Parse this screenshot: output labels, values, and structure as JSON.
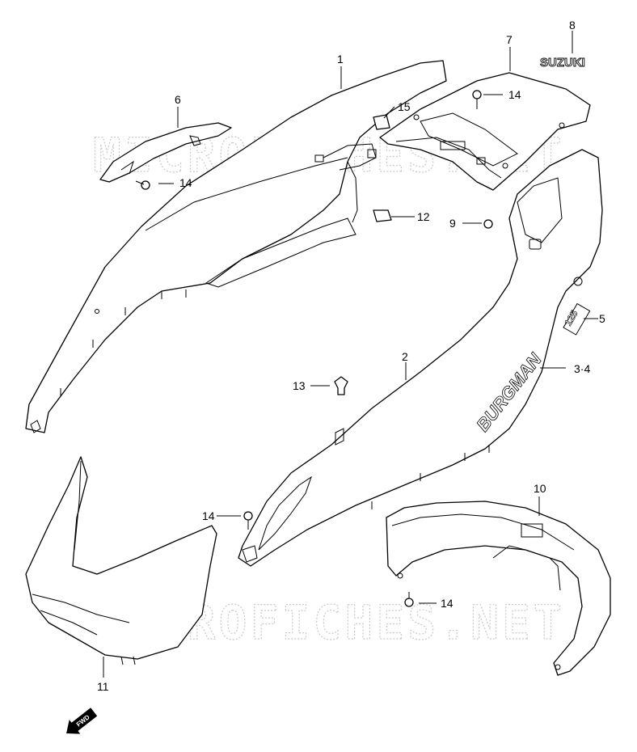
{
  "watermark": "MICROFICHES.NET",
  "brand_logo": "SUZUKI",
  "model_decal": "BURGMAN",
  "model_badge": "125",
  "direction_label": "FWD",
  "callouts": {
    "c1": "1",
    "c2": "2",
    "c3_4": "3·4",
    "c5": "5",
    "c6": "6",
    "c7": "7",
    "c8": "8",
    "c9": "9",
    "c10": "10",
    "c11": "11",
    "c12": "12",
    "c13": "13",
    "c14a": "14",
    "c14b": "14",
    "c14c": "14",
    "c14d": "14",
    "c15": "15"
  }
}
